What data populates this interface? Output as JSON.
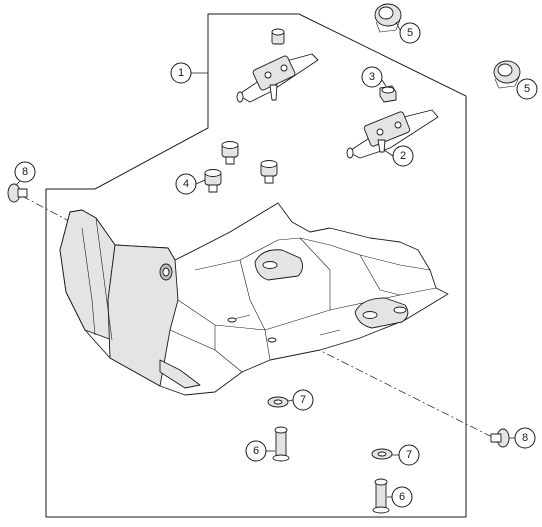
{
  "callouts": [
    {
      "id": "c1",
      "label": "1"
    },
    {
      "id": "c2",
      "label": "2"
    },
    {
      "id": "c3",
      "label": "3"
    },
    {
      "id": "c4",
      "label": "4"
    },
    {
      "id": "c5a",
      "label": "5"
    },
    {
      "id": "c5b",
      "label": "5"
    },
    {
      "id": "c6a",
      "label": "6"
    },
    {
      "id": "c6b",
      "label": "6"
    },
    {
      "id": "c7a",
      "label": "7"
    },
    {
      "id": "c7b",
      "label": "7"
    },
    {
      "id": "c8a",
      "label": "8"
    },
    {
      "id": "c8b",
      "label": "8"
    }
  ]
}
